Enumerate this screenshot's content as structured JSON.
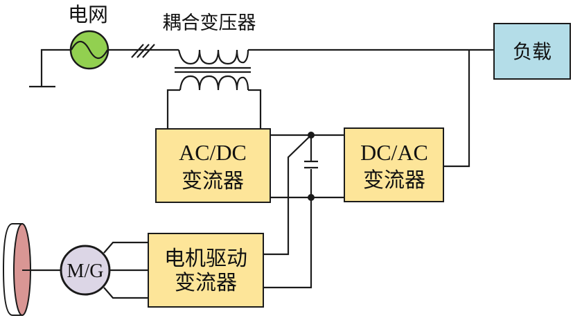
{
  "labels": {
    "grid": "电网",
    "coupling_transformer": "耦合变压器",
    "load": "负载",
    "acdc_line1": "AC/DC",
    "acdc_line2": "变流器",
    "dcac_line1": "DC/AC",
    "dcac_line2": "变流器",
    "drive_line1": "电机驱动",
    "drive_line2": "变流器",
    "motor_generator": "M/G"
  },
  "colors": {
    "grid_source": "#92d050",
    "load_box": "#b4dde8",
    "converter_box": "#fde599",
    "motor": "#dcd6e6",
    "flywheel": "#d99694",
    "line": "#1a1a1a"
  }
}
